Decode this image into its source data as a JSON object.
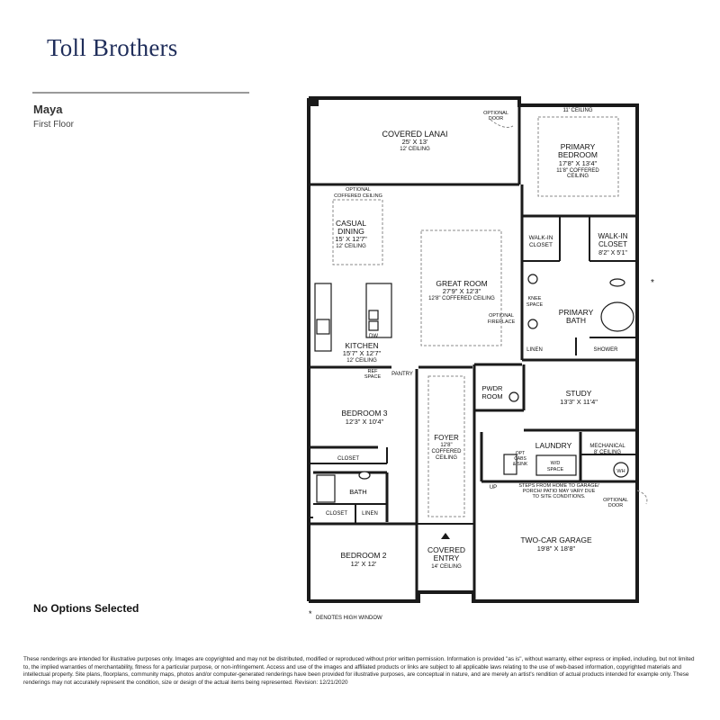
{
  "header": {
    "logo_text": "Toll Brothers",
    "plan_name": "Maya",
    "floor": "First Floor"
  },
  "rooms": {
    "covered_lanai": {
      "name": "COVERED LANAI",
      "size": "25' X 13'",
      "ceiling": "12' CEILING"
    },
    "primary_bedroom": {
      "name": "PRIMARY",
      "name2": "BEDROOM",
      "size": "17'8\" X 13'4\"",
      "ceiling": "11'8\" COFFERED",
      "ceiling2": "CEILING",
      "top_ceiling": "11' CEILING"
    },
    "casual_dining": {
      "name": "CASUAL",
      "name2": "DINING",
      "size": "15' X 12'7\"",
      "ceiling": "12' CEILING",
      "optional": "OPTIONAL",
      "optional2": "COFFERED CEILING"
    },
    "great_room": {
      "name": "GREAT ROOM",
      "size": "27'9\" X 12'3\"",
      "ceiling": "12'8\" COFFERED CEILING"
    },
    "walkin_closet_small": {
      "name": "WALK-IN",
      "name2": "CLOSET"
    },
    "walkin_closet_large": {
      "name": "WALK-IN",
      "name2": "CLOSET",
      "size": "8'2\" X 5'1\""
    },
    "primary_bath": {
      "name": "PRIMARY",
      "name2": "BATH"
    },
    "knee_space": {
      "name": "KNEE",
      "name2": "SPACE"
    },
    "linen_primary": "LINEN",
    "shower": "SHOWER",
    "kitchen": {
      "name": "KITCHEN",
      "size": "15'7\" X 12'7\"",
      "ceiling": "12' CEILING",
      "dw": "DW",
      "ref": "REF",
      "ref2": "SPACE",
      "pantry": "PANTRY"
    },
    "optional_fireplace": {
      "line1": "OPTIONAL",
      "line2": "FIREPLACE"
    },
    "powder_room": {
      "name": "PWDR",
      "name2": "ROOM"
    },
    "study": {
      "name": "STUDY",
      "size": "13'3\" X 11'4\""
    },
    "bedroom3": {
      "name": "BEDROOM 3",
      "size": "12'3\" X 10'4\""
    },
    "closet_b3": "CLOSET",
    "bath": "BATH",
    "closet_b2": "CLOSET",
    "linen_hall": "LINEN",
    "foyer": {
      "name": "FOYER",
      "ceiling": "12'8\"",
      "ceiling2": "COFFERED",
      "ceiling3": "CEILING"
    },
    "laundry": {
      "name": "LAUNDRY",
      "opt": "OPT",
      "opt2": "CABS",
      "opt3": "& SINK",
      "wd": "W/D",
      "wd2": "SPACE"
    },
    "mechanical": {
      "name": "MECHANICAL",
      "ceiling": "8' CEILING",
      "wh": "WH"
    },
    "steps_note": {
      "up": "UP",
      "line1": "STEPS FROM HOME TO GARAGE/",
      "line2": "PORCH/ PATIO MAY VARY DUE",
      "line3": "TO SITE CONDITIONS."
    },
    "garage": {
      "name": "TWO-CAR GARAGE",
      "size": "19'8\" X 18'8\""
    },
    "bedroom2": {
      "name": "BEDROOM 2",
      "size": "12' X 12'"
    },
    "covered_entry": {
      "name": "COVERED",
      "name2": "ENTRY",
      "ceiling": "14' CEILING"
    },
    "optional_door_top": {
      "line1": "OPTIONAL",
      "line2": "DOOR"
    },
    "optional_door_garage": {
      "line1": "OPTIONAL",
      "line2": "DOOR"
    }
  },
  "legend": {
    "star": "*",
    "high_window": "DENOTES HIGH WINDOW"
  },
  "status": "No Options Selected",
  "disclaimer": "These renderings are intended for illustrative purposes only. Images are copyrighted and may not be distributed, modified or reproduced without prior written permission. Information is provided \"as is\", without warranty, either express or implied, including, but not limited to, the implied warranties of merchantability, fitness for a particular purpose, or non-infringement. Access and use of the images and affiliated products or links are subject to all applicable laws relating to the use of web-based information, copyrighted materials and intellectual property. Site plans, floorplans, community maps, photos and/or computer-generated renderings have been provided for illustrative purposes, are conceptual in nature, and are merely an artist's rendition of actual products intended for example only. These renderings may not accurately represent the condition, size or design of the actual items being represented. Revision: 12/21/2020",
  "colors": {
    "wall": "#1a1a1a",
    "brand": "#1f2d5a",
    "dashed": "#888888"
  }
}
